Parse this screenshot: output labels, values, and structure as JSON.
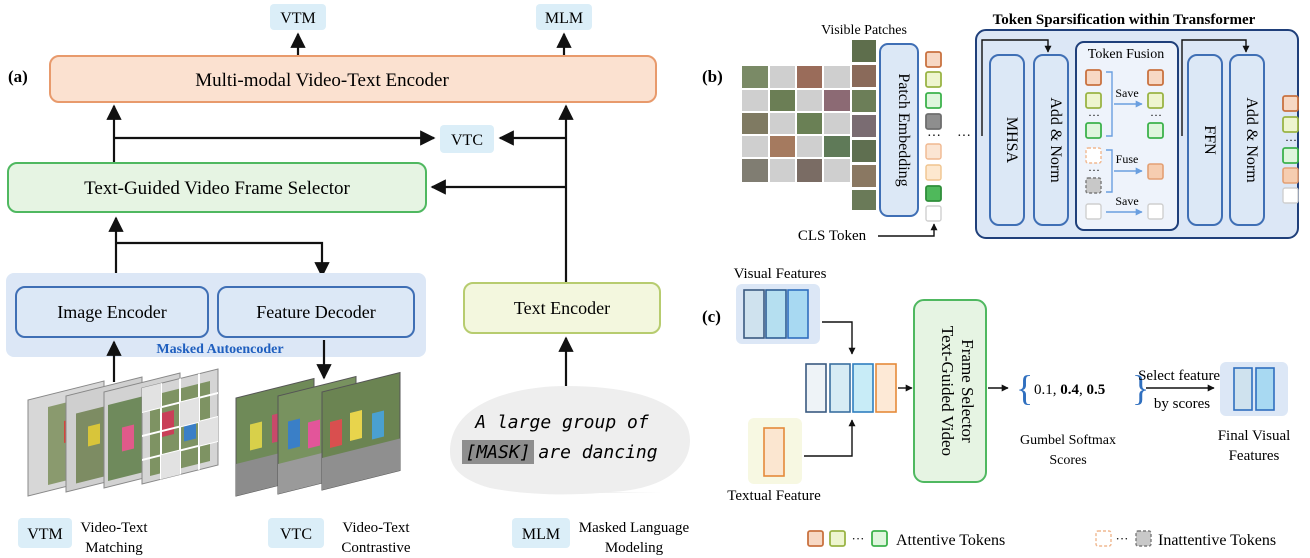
{
  "panel_a": {
    "label": "(a)",
    "outputs": {
      "vtm": "VTM",
      "mlm": "MLM",
      "vtc": "VTC"
    },
    "multimodal_encoder": "Multi-modal Video-Text Encoder",
    "frame_selector": "Text-Guided Video Frame Selector",
    "image_encoder": "Image Encoder",
    "feature_decoder": "Feature Decoder",
    "masked_autoencoder": "Masked Autoencoder",
    "text_encoder": "Text Encoder",
    "caption": {
      "line1": "A large group of",
      "mask": "[MASK]",
      "line2_rest": "are dancing"
    }
  },
  "legend_tasks": [
    {
      "abbr": "VTM",
      "line1": "Video-Text",
      "line2": "Matching"
    },
    {
      "abbr": "VTC",
      "line1": "Video-Text",
      "line2": "Contrastive"
    },
    {
      "abbr": "MLM",
      "line1": "Masked Language",
      "line2": "Modeling"
    }
  ],
  "panel_b": {
    "label": "(b)",
    "title": "Token Sparsification within Transformer",
    "visible_patches": "Visible Patches",
    "patch_embedding": "Patch Embedding",
    "cls_token": "CLS Token",
    "mhsa": "MHSA",
    "add_norm_1": "Add & Norm",
    "token_fusion": "Token Fusion",
    "save_1": "Save",
    "fuse": "Fuse",
    "save_2": "Save",
    "ffn": "FFN",
    "add_norm_2": "Add & Norm",
    "ellipsis": "···"
  },
  "panel_c": {
    "label": "(c)",
    "visual_features": "Visual Features",
    "textual_feature": "Textual Feature",
    "selector_line1": "Text-Guided Video",
    "selector_line2": "Frame Selector",
    "scores": {
      "v1": "0.1, ",
      "v2": "0.4",
      "sep": ", ",
      "v3": "0.5"
    },
    "scores_caption_line1": "Gumbel Softmax",
    "scores_caption_line2": "Scores",
    "select_line1": "Select features",
    "select_line2": "by scores",
    "final_line1": "Final Visual",
    "final_line2": "Features"
  },
  "legend_tokens": {
    "attentive": "Attentive Tokens",
    "inattentive": "Inattentive Tokens",
    "ellipsis": "···"
  },
  "colors": {
    "orange_fill": "#fbe1d0",
    "orange_stroke": "#e89a6c",
    "green_fill": "#e6f4e3",
    "green_stroke": "#4fb860",
    "blue_fill": "#dce8f6",
    "blue_stroke": "#3f6fb5",
    "yellow_fill": "#f3f7de",
    "yellow_stroke": "#b7cc6f",
    "label_bg": "#dbeef8",
    "mae_text": "#1f5fbf"
  }
}
